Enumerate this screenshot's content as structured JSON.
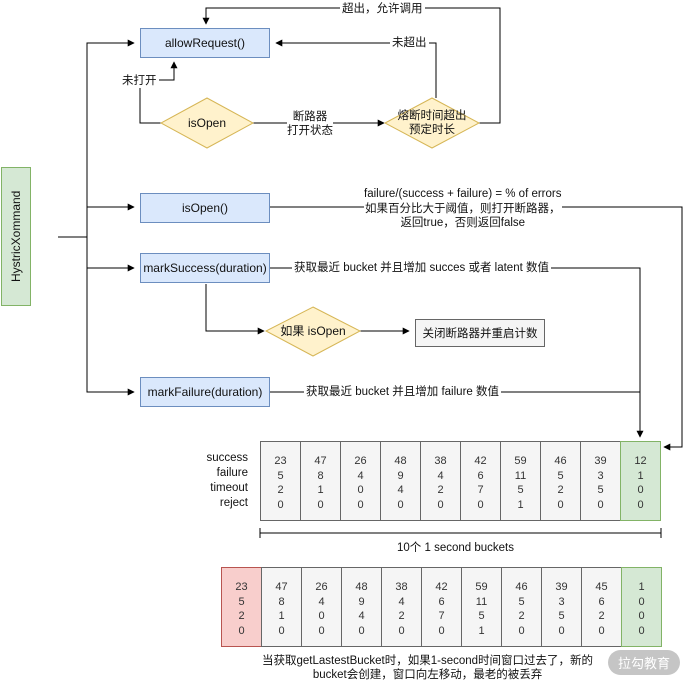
{
  "nodes": {
    "hystrix": "HystricXommand",
    "allow_request": "allowRequest()",
    "is_open_decision": "isOpen",
    "timeout_decision": "熔断时间超出\n预定时长",
    "is_open_method": "isOpen()",
    "mark_success": "markSuccess(duration)",
    "if_is_open": "如果 isOpen",
    "close_reset": "关闭断路器并重启计数",
    "mark_failure": "markFailure(duration)"
  },
  "edge_labels": {
    "exceeded_allow": "超出，允许调用",
    "not_exceeded": "未超出",
    "not_open": "未打开",
    "open_state": "断路器\n打开状态",
    "error_formula": "failure/(success + failure)  = % of errors\n如果百分比大于阈值，则打开断路器，\n返回true，否则返回false",
    "success_note": "获取最近 bucket 并且增加 succes 或者 latent 数值",
    "failure_note": "获取最近 bucket 并且增加 failure 数值"
  },
  "bucket_rows": [
    "success",
    "failure",
    "timeout",
    "reject"
  ],
  "top_buckets": [
    [
      "23",
      "5",
      "2",
      "0"
    ],
    [
      "47",
      "8",
      "1",
      "0"
    ],
    [
      "26",
      "4",
      "0",
      "0"
    ],
    [
      "48",
      "9",
      "4",
      "0"
    ],
    [
      "38",
      "4",
      "2",
      "0"
    ],
    [
      "42",
      "6",
      "7",
      "0"
    ],
    [
      "59",
      "11",
      "5",
      "1"
    ],
    [
      "46",
      "5",
      "2",
      "0"
    ],
    [
      "39",
      "3",
      "5",
      "0"
    ],
    [
      "12",
      "1",
      "0",
      "0"
    ]
  ],
  "bucket_span_label": "10个 1 second buckets",
  "bottom_buckets": [
    [
      "23",
      "5",
      "2",
      "0"
    ],
    [
      "47",
      "8",
      "1",
      "0"
    ],
    [
      "26",
      "4",
      "0",
      "0"
    ],
    [
      "48",
      "9",
      "4",
      "0"
    ],
    [
      "38",
      "4",
      "2",
      "0"
    ],
    [
      "42",
      "6",
      "7",
      "0"
    ],
    [
      "59",
      "11",
      "5",
      "1"
    ],
    [
      "46",
      "5",
      "2",
      "0"
    ],
    [
      "39",
      "3",
      "5",
      "0"
    ],
    [
      "45",
      "6",
      "2",
      "0"
    ],
    [
      "1",
      "0",
      "0",
      "0"
    ]
  ],
  "caption": "当获取getLastestBucket时，如果1-second时间窗口过去了，新的\nbucket会创建，窗口向左移动，最老的被丢弃",
  "watermark": "拉勾教育",
  "colors": {
    "blue_fill": "#dae8fc",
    "blue_stroke": "#6c8ebf",
    "green_fill": "#d5e8d4",
    "green_stroke": "#82b366",
    "yellow_fill": "#fff2cc",
    "yellow_stroke": "#d6b656",
    "red_fill": "#f8cecc",
    "red_stroke": "#b85450"
  }
}
